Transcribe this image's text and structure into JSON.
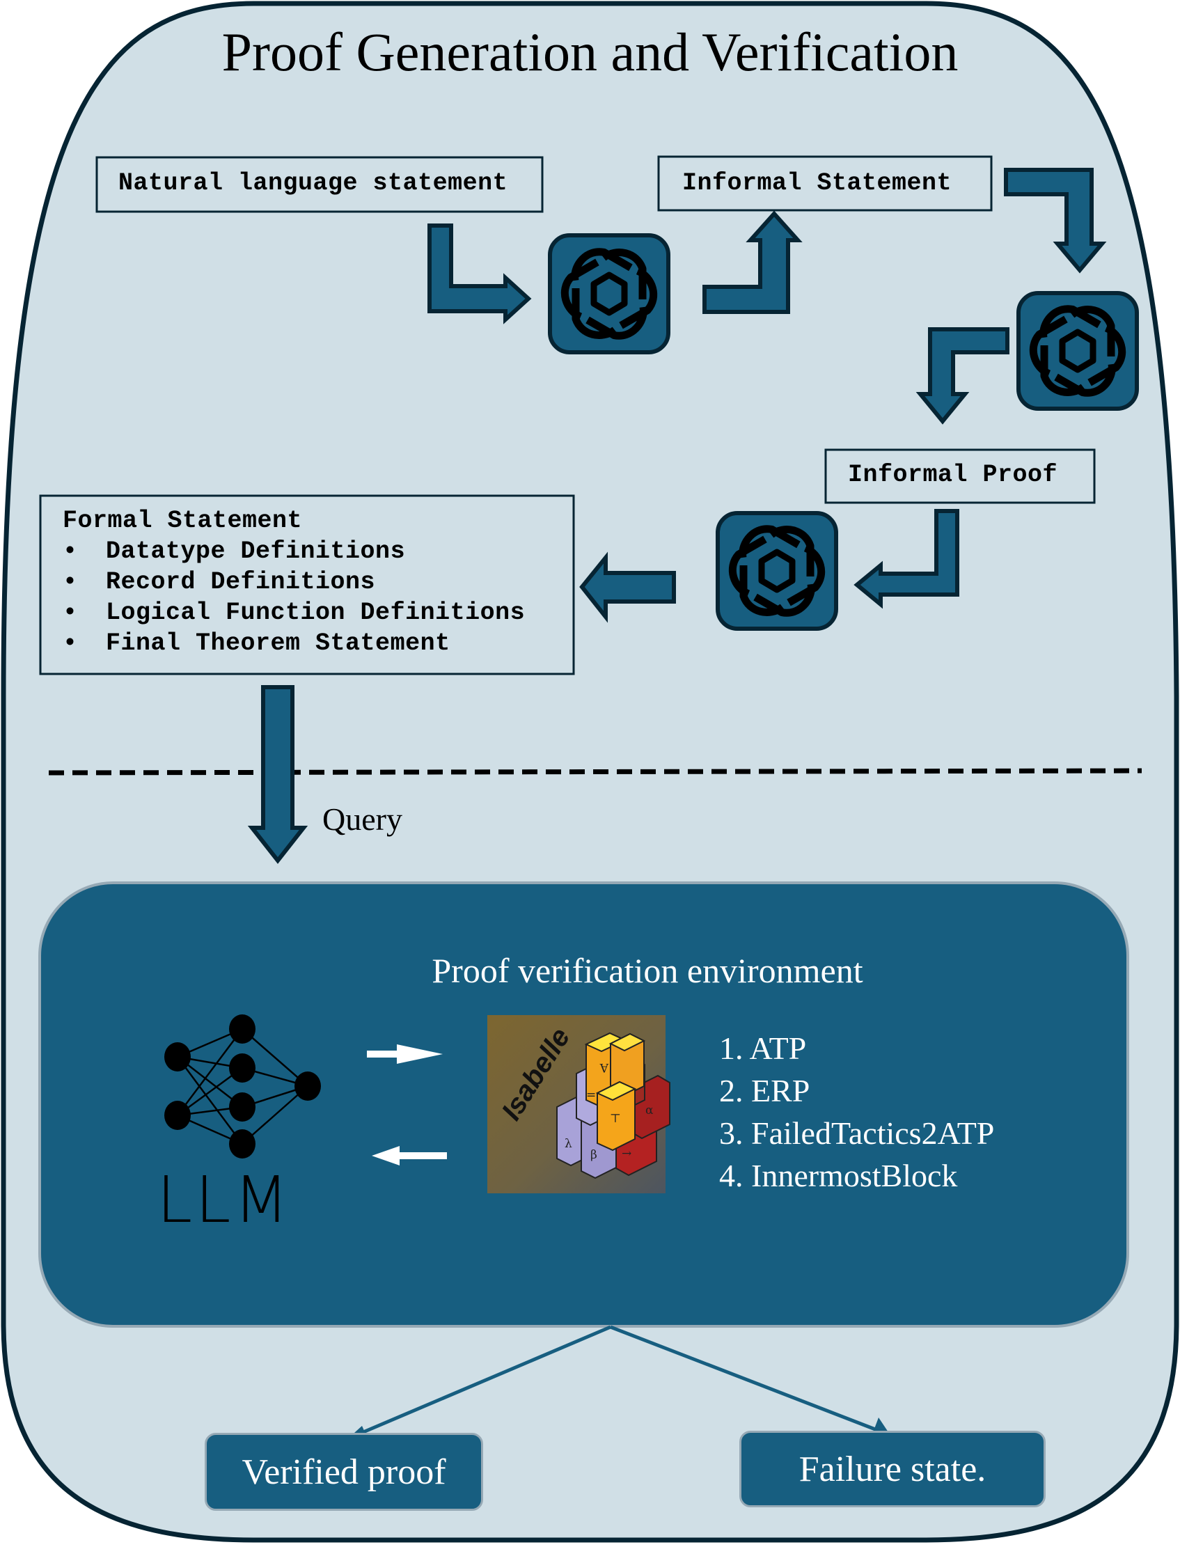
{
  "title": "Proof Generation and Verification",
  "colors": {
    "canvas_bg": "#d0dfe6",
    "outline": "#062433",
    "accent": "#175e80",
    "text_dark": "#000000",
    "text_light": "#ffffff"
  },
  "generation_pipeline": {
    "natural_language_box": "Natural language statement",
    "informal_statement_box": "Informal Statement",
    "informal_proof_box": "Informal Proof",
    "formal_statement_box": {
      "heading": "Formal Statement",
      "bullets": [
        "Datatype Definitions",
        "Record Definitions",
        "Logical Function Definitions",
        "Final Theorem Statement"
      ]
    },
    "llm_nodes": [
      "openai-logo",
      "openai-logo",
      "openai-logo"
    ]
  },
  "query_label": "Query",
  "verification_environment": {
    "title": "Proof verification environment",
    "llm_label": "LLM",
    "prover_logo": {
      "name": "Isabelle",
      "block_symbols": [
        "∀",
        "=",
        "⊤",
        "α",
        "λ",
        "β",
        "→"
      ]
    },
    "methods": [
      "1. ATP",
      "2. ERP",
      "3. FailedTactics2ATP",
      "4. InnermostBlock"
    ]
  },
  "outcomes": {
    "verified": "Verified proof",
    "failure": "Failure state."
  }
}
